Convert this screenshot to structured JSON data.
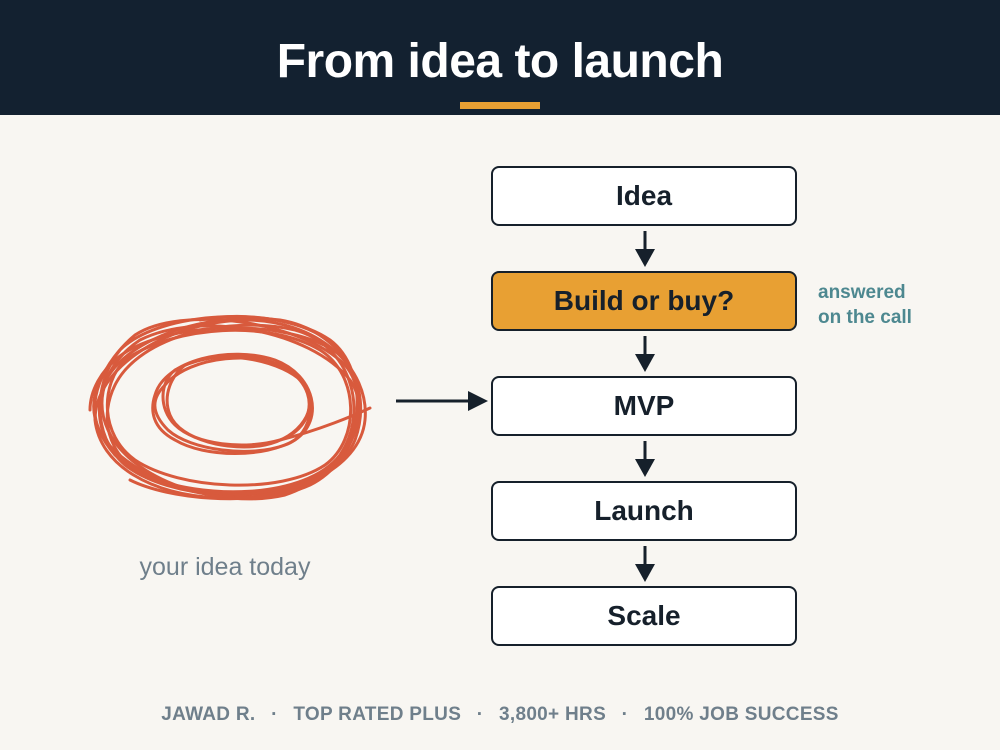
{
  "header": {
    "title": "From idea to launch",
    "accent_color": "#e8a033",
    "background_color": "#132130"
  },
  "tangle": {
    "caption": "your idea today",
    "color": "#d85a3d"
  },
  "flow": {
    "steps": [
      {
        "label": "Idea",
        "highlight": false
      },
      {
        "label": "Build or buy?",
        "highlight": true
      },
      {
        "label": "MVP",
        "highlight": false
      },
      {
        "label": "Launch",
        "highlight": false
      },
      {
        "label": "Scale",
        "highlight": false
      }
    ],
    "note_line1": "answered",
    "note_line2": "on the call"
  },
  "footer": {
    "name": "JAWAD R.",
    "badge": "TOP RATED PLUS",
    "hours": "3,800+ HRS",
    "success": "100% JOB SUCCESS",
    "separator": "·"
  }
}
